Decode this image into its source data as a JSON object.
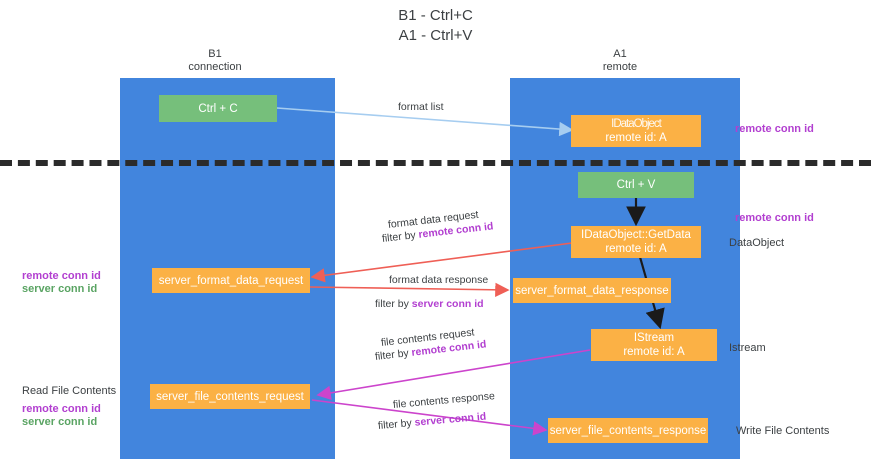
{
  "title": "B1 - Ctrl+C\nA1 - Ctrl+V",
  "lanes": [
    {
      "name": "left-lane",
      "header": "B1\nconnection"
    },
    {
      "name": "right-lane",
      "header": "A1\nremote"
    }
  ],
  "boxes": {
    "ctrl_c": {
      "line1": "Ctrl + C",
      "line2": ""
    },
    "idataobject_top": {
      "line1": "IDataObject",
      "line2": "remote id: A"
    },
    "ctrl_v": {
      "line1": "Ctrl + V",
      "line2": ""
    },
    "getdata": {
      "line1": "IDataObject::GetData",
      "line2": "remote id: A"
    },
    "server_format_data_request": {
      "line1": "server_format_data_request",
      "line2": ""
    },
    "server_format_data_response": {
      "line1": "server_format_data_response",
      "line2": ""
    },
    "istream": {
      "line1": "IStream",
      "line2": "remote id: A"
    },
    "server_file_contents_request": {
      "line1": "server_file_contents_request",
      "line2": ""
    },
    "server_file_contents_response": {
      "line1": "server_file_contents_response",
      "line2": ""
    }
  },
  "right_labels": {
    "remote_conn_id_top": "remote conn id",
    "remote_conn_id_mid": "remote conn id",
    "dataobject": "DataObject",
    "istream": "Istream",
    "write_file_contents": "Write File Contents"
  },
  "left_labels": {
    "remote_conn_id": "remote conn id",
    "server_conn_id": "server conn id",
    "read_file_contents": "Read File Contents",
    "remote_conn_id_2": "remote conn id",
    "server_conn_id_2": "server conn id"
  },
  "edge_labels": {
    "format_list": "format list",
    "format_data_request": "format data request",
    "format_data_request_filter_prefix": "filter by ",
    "format_data_request_filter_key": "remote conn id",
    "format_data_response": "format data response",
    "format_data_response_filter_prefix": "filter by ",
    "format_data_response_filter_key": "server conn id",
    "file_contents_request": "file contents request",
    "file_contents_request_filter_prefix": "filter by ",
    "file_contents_request_filter_key": "remote conn id",
    "file_contents_response": "file contents response",
    "file_contents_response_filter_prefix": "filter by ",
    "file_contents_response_filter_key": "server conn id"
  },
  "colors": {
    "lane": "#4285dd",
    "orange": "#fbb145",
    "green": "#76bf7b",
    "purple": "#b23fd0",
    "green_text": "#5aa463",
    "arrow_blue": "#a6cdf0",
    "arrow_red": "#ef5f56",
    "arrow_magenta": "#cc44cc",
    "arrow_black": "#1a1a1a",
    "dashed_divider": "#2b2b2b"
  }
}
